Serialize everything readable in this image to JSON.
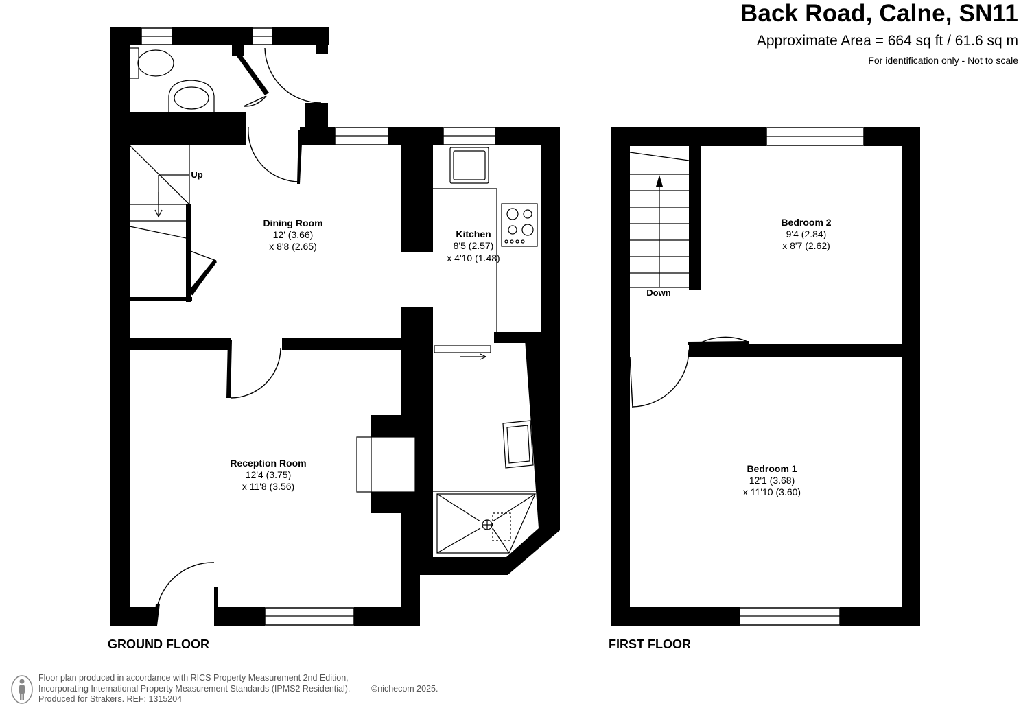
{
  "header": {
    "title": "Back Road, Calne, SN11",
    "area": "Approximate Area = 664 sq ft / 61.6 sq m",
    "note": "For identification only - Not to scale"
  },
  "floors": {
    "ground": "GROUND FLOOR",
    "first": "FIRST FLOOR"
  },
  "rooms": {
    "dining": {
      "name": "Dining Room",
      "dim1": "12' (3.66)",
      "dim2": "x 8'8 (2.65)"
    },
    "kitchen": {
      "name": "Kitchen",
      "dim1": "8'5 (2.57)",
      "dim2": "x 4'10 (1.48)"
    },
    "reception": {
      "name": "Reception Room",
      "dim1": "12'4 (3.75)",
      "dim2": "x 11'8 (3.56)"
    },
    "bedroom2": {
      "name": "Bedroom 2",
      "dim1": "9'4 (2.84)",
      "dim2": "x 8'7 (2.62)"
    },
    "bedroom1": {
      "name": "Bedroom 1",
      "dim1": "12'1 (3.68)",
      "dim2": "x 11'10 (3.60)"
    }
  },
  "stairs": {
    "up": "Up",
    "down": "Down"
  },
  "footer": {
    "line1": "Floor plan produced in accordance with RICS Property Measurement 2nd Edition,",
    "line2": "Incorporating International Property Measurement Standards (IPMS2 Residential).",
    "line3": "Produced for Strakers.   REF: 1315204",
    "copyright": "©nichecom 2025."
  },
  "colors": {
    "wall": "#000000",
    "fixture": "#555555",
    "footer_text": "#555555"
  },
  "icons": [
    "person-icon",
    "toilet-icon",
    "basin-icon",
    "hob-icon",
    "shower-tray-icon"
  ]
}
